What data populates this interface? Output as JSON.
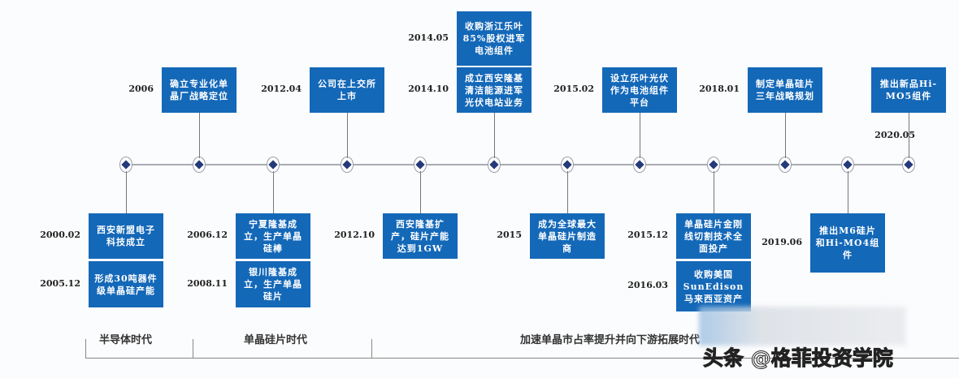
{
  "events_top": [
    {
      "date": "2006",
      "text": "确立专业化单晶厂战略定位"
    },
    {
      "date": "2012.04",
      "text": "公司在上交所上市"
    },
    {
      "date": "2014.05",
      "text": "收购浙江乐叶85%股权进军电池组件"
    },
    {
      "date": "2014.10",
      "text": "成立西安隆基清洁能源进军光伏电站业务"
    },
    {
      "date": "2015.02",
      "text": "设立乐叶光伏作为电池组件平台"
    },
    {
      "date": "2018.01",
      "text": "制定单晶硅片三年战略规划"
    },
    {
      "date": "2020.05",
      "text": "推出新品Hi-MO5组件"
    }
  ],
  "events_bottom": [
    {
      "date": "2000.02",
      "text": "西安新盟电子科技成立"
    },
    {
      "date": "2005.12",
      "text": "形成30吨器件级单晶硅产能"
    },
    {
      "date": "2006.12",
      "text": "宁夏隆基成立，生产单晶硅棒"
    },
    {
      "date": "2008.11",
      "text": "银川隆基成立，生产单晶硅片"
    },
    {
      "date": "2012.10",
      "text": "西安隆基扩产，硅片产能达到1GW"
    },
    {
      "date": "2015",
      "text": "成为全球最大单晶硅片制造商"
    },
    {
      "date": "2015.12",
      "text": "单晶硅片金刚线切割技术全面投产"
    },
    {
      "date": "2016.03",
      "text": "收购美国SunEdison马来西亚资产"
    },
    {
      "date": "2019.06",
      "text": "推出M6硅片和Hi-MO4组件"
    }
  ],
  "eras": [
    "半导体时代",
    "单晶硅片时代",
    "加速单晶市占率提升并向下游拓展时代"
  ],
  "watermark": "头条 @格菲投资学院",
  "colors": {
    "box": "#1468b8",
    "marker": "#253a7a"
  }
}
